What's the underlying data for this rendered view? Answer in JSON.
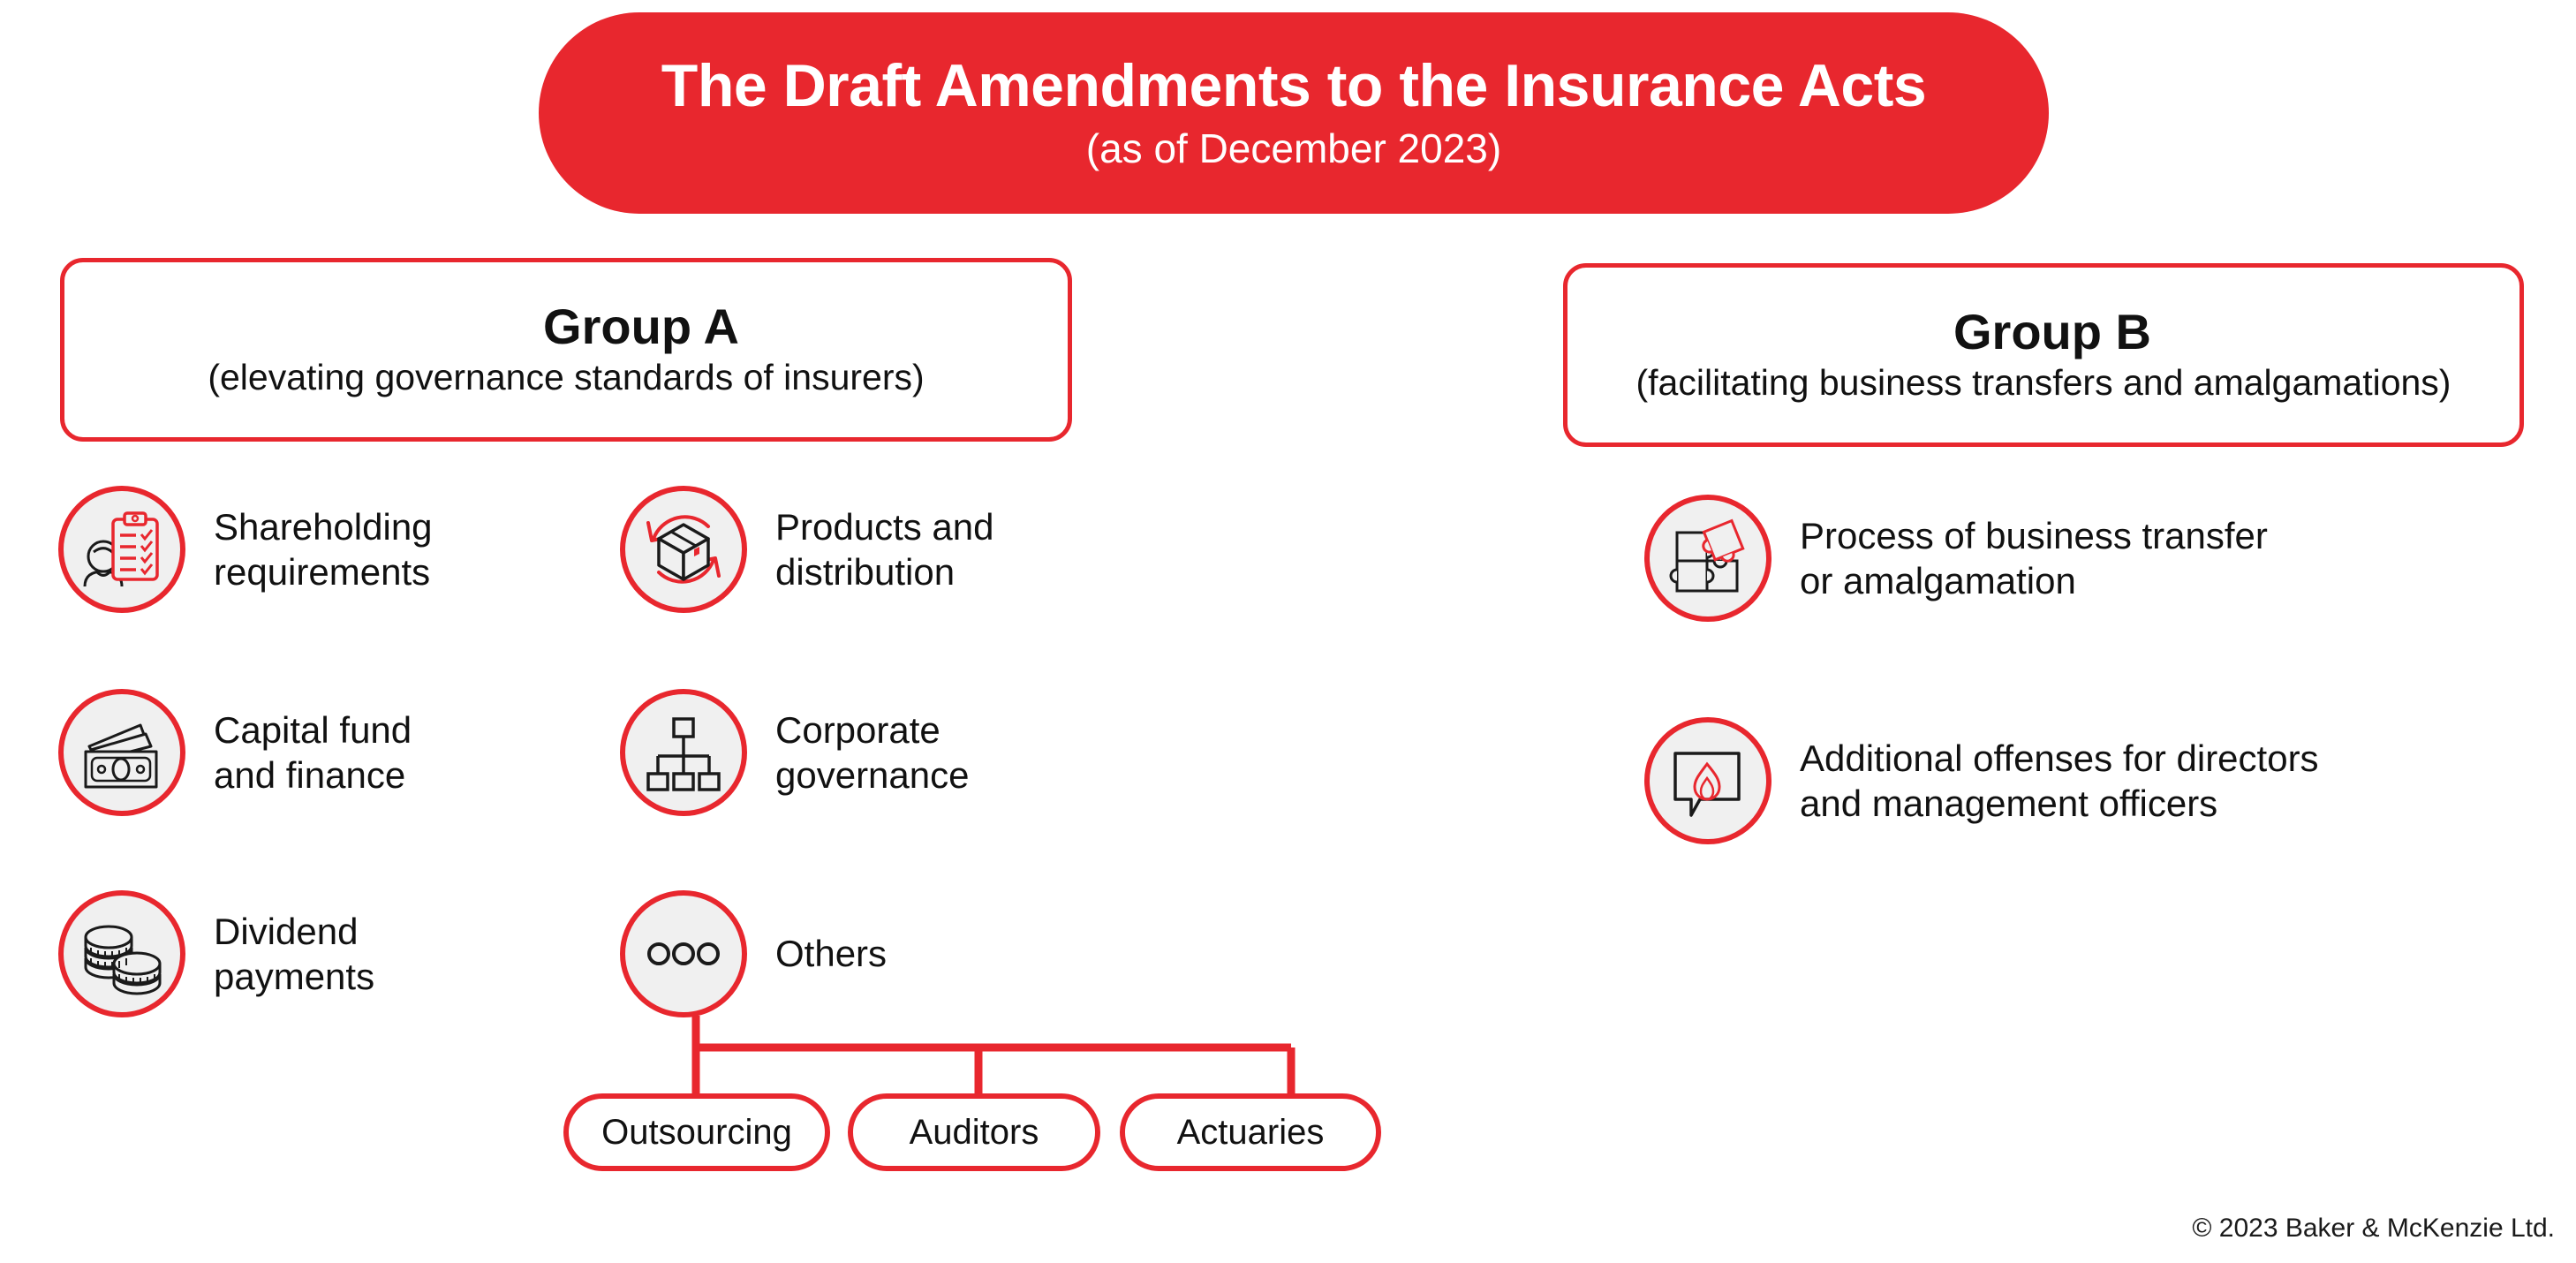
{
  "title": {
    "main": "The Draft Amendments to the Insurance Acts",
    "sub": "(as of December 2023)",
    "banner_color": "#E8272E"
  },
  "groups": [
    {
      "id": "group-a",
      "title": "Group A",
      "subtitle": "(elevating governance standards of insurers)",
      "items": [
        {
          "icon": "clipboard-checklist-person-icon",
          "label": "Shareholding\nrequirements"
        },
        {
          "icon": "banknotes-icon",
          "label": "Capital fund\nand finance"
        },
        {
          "icon": "stacked-coins-icon",
          "label": "Dividend\npayments"
        },
        {
          "icon": "box-circular-arrows-icon",
          "label": "Products and\ndistribution"
        },
        {
          "icon": "org-chart-hierarchy-icon",
          "label": "Corporate\ngovernance"
        },
        {
          "icon": "three-dots-ellipsis-icon",
          "label": "Others"
        }
      ],
      "sub_nodes": [
        "Outsourcing",
        "Auditors",
        "Actuaries"
      ]
    },
    {
      "id": "group-b",
      "title": "Group B",
      "subtitle": "(facilitating business transfers and amalgamations)",
      "items": [
        {
          "icon": "jigsaw-puzzle-icon",
          "label": "Process of business transfer\nor amalgamation"
        },
        {
          "icon": "speech-bubble-flame-icon",
          "label": "Additional offenses for directors\nand management officers"
        }
      ]
    }
  ],
  "footer": "© 2023 Baker & McKenzie Ltd.",
  "colors": {
    "brand_red": "#E8272E",
    "icon_fill": "#F0F0F0",
    "text": "#111111"
  }
}
